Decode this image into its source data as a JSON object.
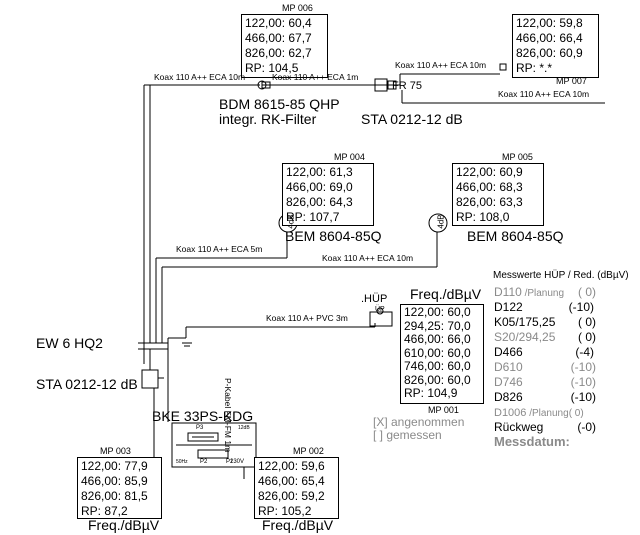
{
  "mp006": {
    "id": "MP 006",
    "lines": [
      "122,00: 60,4",
      "466,00: 67,7",
      "826,00: 62,7",
      "RP: 104,5"
    ]
  },
  "mp007": {
    "id": "MP 007",
    "lines": [
      "122,00: 59,8",
      "466,00: 66,4",
      "826,00: 60,9",
      "RP: *.*"
    ]
  },
  "mp004": {
    "id": "MP 004",
    "lines": [
      "122,00: 61,3",
      "466,00: 69,0",
      "826,00: 64,3",
      "RP: 107,7"
    ]
  },
  "mp005": {
    "id": "MP 005",
    "lines": [
      "122,00: 60,9",
      "466,00: 68,3",
      "826,00: 63,3",
      "RP: 108,0"
    ]
  },
  "mp001": {
    "id": "MP 001",
    "header": "Freq./dBµV",
    "lines": [
      "122,00: 60,0",
      "294,25: 70,0",
      "466,00: 66,0",
      "610,00: 60,0",
      "746,00: 60,0",
      "826,00: 60,0",
      "RP: 104,9"
    ]
  },
  "mp003": {
    "id": "MP 003",
    "footer": "Freq./dBµV",
    "lines": [
      "122,00: 77,9",
      "466,00: 85,9",
      "826,00: 81,5",
      "RP: 87,2"
    ]
  },
  "mp002": {
    "id": "MP 002",
    "footer": "Freq./dBµV",
    "lines": [
      "122,00: 59,6",
      "466,00: 65,4",
      "826,00: 59,2",
      "RP: 105,2"
    ]
  },
  "cables": {
    "top_left": "Koax 110 A++ ECA 10m",
    "top_mid": "Koax 110 A++ ECA 1m",
    "top_right": "Koax 110 A++ ECA 10m",
    "right": "Koax 110 A++ ECA 10m",
    "mid_5m": "Koax 110 A++ ECA 5m",
    "mid_10m": "Koax 110 A++ ECA 10m",
    "pvc": "Koax 110 A+ PVC 3m",
    "pkabel": "P-Kabel FM-FM 1m"
  },
  "devices": {
    "bdm_line1": "BDM 8615-85 QHP",
    "bdm_line2": "integr. RK-Filter",
    "fr75": "FR 75",
    "sta_top": "STA 0212-12 dB",
    "bem_left": "BEM 8604-85Q",
    "bem_right": "BEM 8604-85Q",
    "ew6": "EW 6 HQ2",
    "sta_left": "STA 0212-12 dB",
    "bke": "BKE 33PS-KDG",
    "huep": ".HÜP",
    "huep_sub": "ÜP",
    "db_left": "4dB",
    "db_right": "4dB",
    "bke_p1": "P1",
    "bke_p2": "P2",
    "bke_p3": "P3",
    "bke_v": "230V",
    "bke_hz": "50Hz",
    "bke_12db": "12dB"
  },
  "legend": {
    "title": "Messwerte HÜP / Red. (dBµV)",
    "rows": [
      {
        "name": "D110",
        "note": " /Planung",
        "value": "( 0)",
        "gray": true
      },
      {
        "name": "D122",
        "note": "",
        "value": "(-10)",
        "gray": false
      },
      {
        "name": "K05/175,25",
        "note": "",
        "value": "( 0)",
        "gray": false
      },
      {
        "name": "S20/294,25",
        "note": "",
        "value": "( 0)",
        "gray": true
      },
      {
        "name": "D466",
        "note": "",
        "value": "(-4)",
        "gray": false
      },
      {
        "name": "D610",
        "note": "",
        "value": "(-10)",
        "gray": true
      },
      {
        "name": "D746",
        "note": "",
        "value": "(-10)",
        "gray": true
      },
      {
        "name": "D826",
        "note": "",
        "value": "(-10)",
        "gray": false
      },
      {
        "name": "D1006",
        "note": " /Planung",
        "value": "( 0)",
        "gray": true
      },
      {
        "name": "Rückweg",
        "note": "",
        "value": "(-0)",
        "gray": false
      }
    ],
    "angenommen": "[X] angenommen",
    "gemessen": "[ ] gemessen",
    "messdatum": "Messdatum:"
  }
}
